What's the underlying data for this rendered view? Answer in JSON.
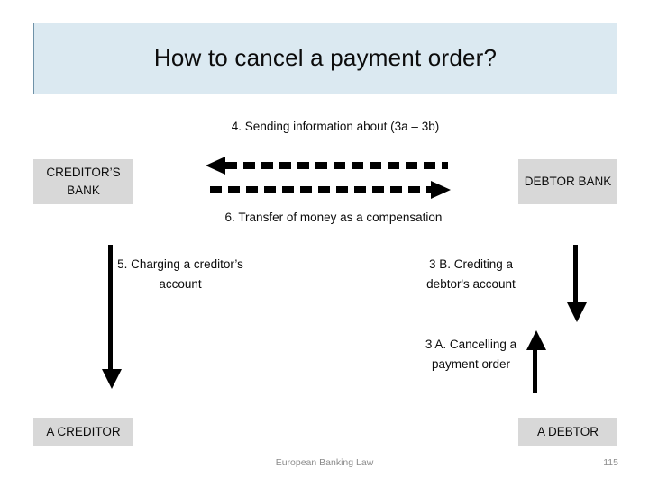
{
  "slide": {
    "title": "How to cancel a payment order?",
    "boxes": {
      "creditor_bank": "CREDITOR’S BANK",
      "debtor_bank": "DEBTOR BANK",
      "a_creditor": "A CREDITOR",
      "a_debtor": "A DEBTOR"
    },
    "labels": {
      "sending_information": "4. Sending information about (3a – 3b)",
      "transfer_of_money": "6. Transfer of money as a compensation",
      "charging_account": "5. Charging a creditor’s account",
      "crediting_account": "3 B. Crediting  a debtor's account",
      "cancelling_order": "3 A. Cancelling a payment order"
    },
    "arrows": {
      "dashed_left": "dashed-arrow-pointing-left",
      "dashed_right": "dashed-arrow-pointing-right",
      "creditor_down": "solid-arrow-pointing-down",
      "debtor_down": "solid-arrow-pointing-down",
      "debtor_up": "solid-arrow-pointing-up"
    },
    "footer": {
      "source": "European Banking Law",
      "page_number": "115"
    },
    "colors": {
      "title_fill": "#dbe9f1",
      "title_border": "#6f92a8",
      "entity_fill": "#d8d8d8",
      "arrow": "#000000",
      "footer_text": "#8c8c8c"
    }
  }
}
